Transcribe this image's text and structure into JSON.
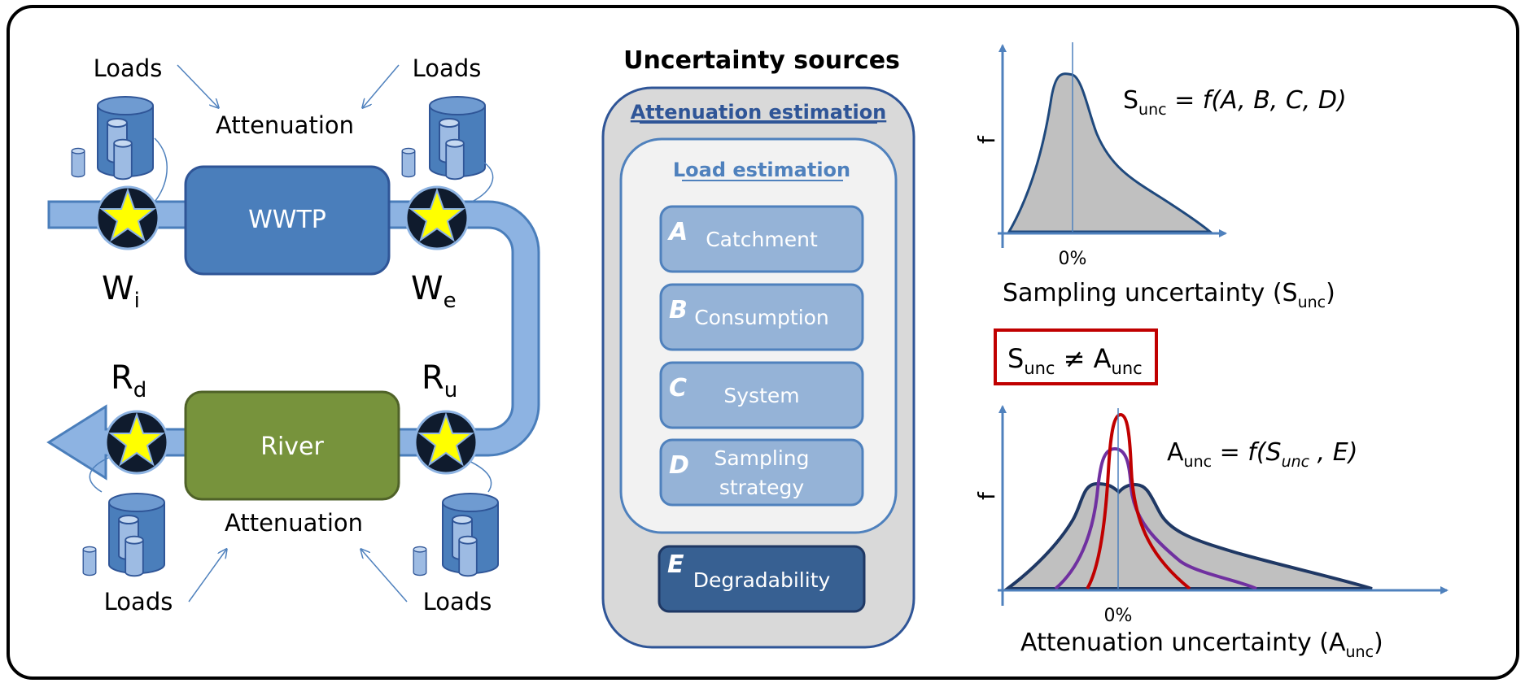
{
  "left_panel": {
    "loads_label": "Loads",
    "attenuation_label": "Attenuation",
    "wwtp_label": "WWTP",
    "river_label": "River",
    "points": {
      "wi": {
        "main": "W",
        "sub": "i"
      },
      "we": {
        "main": "W",
        "sub": "e"
      },
      "rd": {
        "main": "R",
        "sub": "d"
      },
      "ru": {
        "main": "R",
        "sub": "u"
      }
    }
  },
  "middle_panel": {
    "title": "Uncertainty sources",
    "attenuation_header": "Attenuation estimation",
    "load_header": "Load estimation",
    "sources": [
      {
        "letter": "A",
        "label": "Catchment"
      },
      {
        "letter": "B",
        "label": "Consumption"
      },
      {
        "letter": "C",
        "label": "System"
      },
      {
        "letter": "D",
        "label_line1": "Sampling",
        "label_line2": "strategy"
      },
      {
        "letter": "E",
        "label": "Degradability"
      }
    ]
  },
  "right_panel": {
    "top_chart": {
      "y_label": "f",
      "x_tick": "0%",
      "formula_main": "S",
      "formula_sub": "unc",
      "formula_rest": " = f(A, B, C, D)",
      "caption_main": "Sampling uncertainty (S",
      "caption_sub": "unc",
      "caption_end": ")"
    },
    "inequality": {
      "a": "S",
      "a_sub": "unc",
      "op": " ≠ A",
      "b_sub": "unc"
    },
    "bottom_chart": {
      "y_label": "f",
      "x_tick": "0%",
      "formula_main": "A",
      "formula_sub": "unc",
      "formula_eq": " = f(S",
      "formula_sub2": "unc",
      "formula_end": " , E)",
      "caption_main": "Attenuation uncertainty (A",
      "caption_sub": "unc",
      "caption_end": ")"
    }
  },
  "colors": {
    "pipe": "#8db3e2",
    "wwtp": "#4a7ebb",
    "river": "#77933c",
    "star": "#ffff00",
    "curve_fill": "#c0c0c0",
    "red": "#c00000",
    "purple": "#7030a0",
    "navy": "#1f3864",
    "axis": "#4f81bd"
  }
}
